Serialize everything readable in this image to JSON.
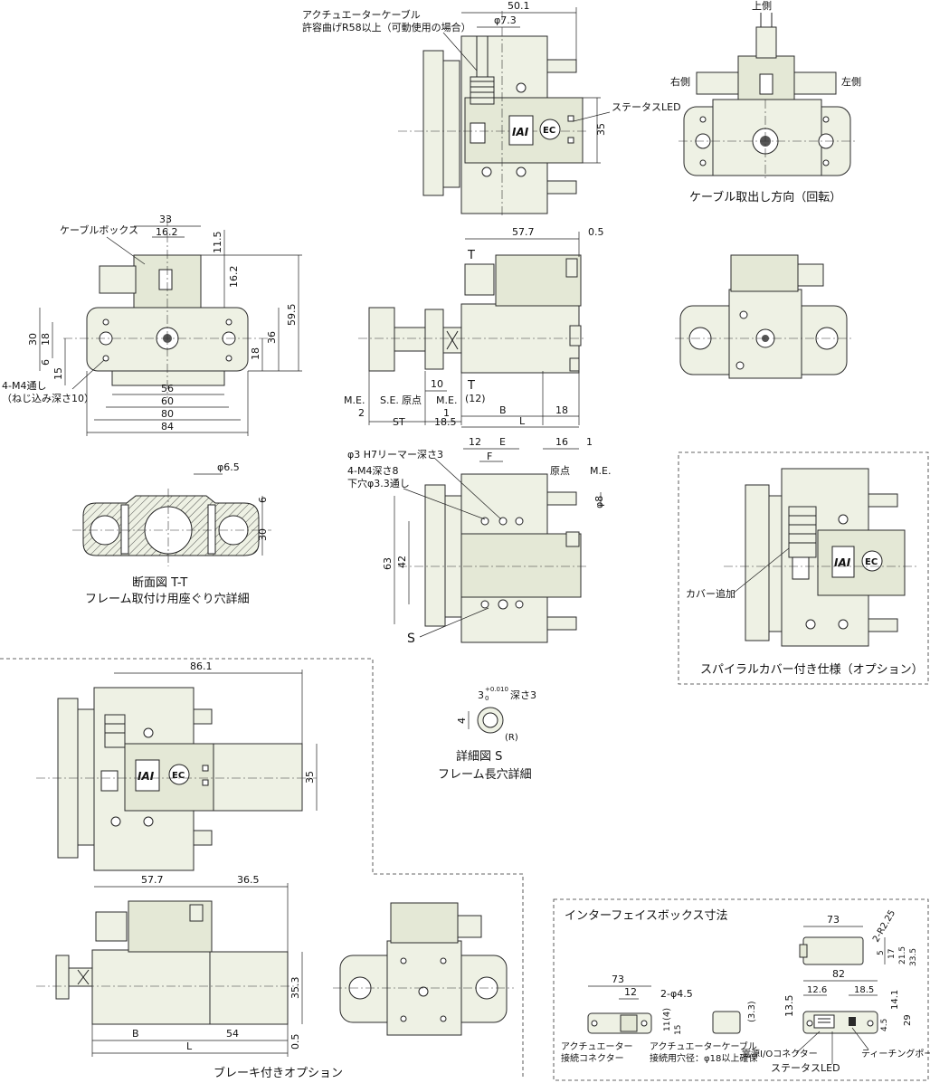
{
  "top_view": {
    "cable_note_1": "アクチュエーターケーブル",
    "cable_note_2": "許容曲げR58以上（可動使用の場合）",
    "dim_50_1": "50.1",
    "dim_phi7_3": "φ7.3",
    "status_led": "ステータスLED",
    "dim_35": "35"
  },
  "cable_direction": {
    "up": "上側",
    "right": "右側",
    "left": "左側",
    "caption": "ケーブル取出し方向（回転）"
  },
  "front_view": {
    "cable_box": "ケーブルボックス",
    "dim_33": "33",
    "dim_16_2a": "16.2",
    "dim_11_5": "11.5",
    "dim_16_2b": "16.2",
    "dim_59_5": "59.5",
    "dim_30": "30",
    "dim_18a": "18",
    "dim_36": "36",
    "dim_18b": "18",
    "dim_6": "6",
    "dim_15": "15",
    "dim_56": "56",
    "dim_60": "60",
    "dim_80": "80",
    "dim_84": "84",
    "tap_note_1": "4-M4通し",
    "tap_note_2": "（ねじ込み深さ10）"
  },
  "side_view": {
    "dim_57_7": "57.7",
    "dim_0_5": "0.5",
    "T_top": "T",
    "T_bottom": "T",
    "dim_12_paren": "(12)",
    "dim_10": "10",
    "dim_1": "1",
    "dim_2": "2",
    "dim_18_5": "18.5",
    "dim_18": "18",
    "me_1": "M.E.",
    "se": "S.E.",
    "origin": "原点",
    "me_2": "M.E.",
    "st": "ST",
    "B": "B",
    "L": "L"
  },
  "section": {
    "dim_phi6_5": "φ6.5",
    "dim_6": "6",
    "dim_30": "30",
    "caption_1": "断面図 T-T",
    "caption_2": "フレーム取付け用座ぐり穴詳細"
  },
  "bottom_view": {
    "dim_12": "12",
    "dim_E": "E",
    "dim_F": "F",
    "dim_16": "16",
    "dim_1": "1",
    "reamer_note": "φ3 H7リーマー深さ3",
    "tap_note_1": "4-M4深さ8",
    "tap_note_2": "下穴φ3.3通し",
    "origin": "原点",
    "me": "M.E.",
    "dim_phi8": "φ8",
    "dim_63": "63",
    "dim_42": "42",
    "S": "S"
  },
  "spiral": {
    "cover_added": "カバー追加",
    "caption": "スパイラルカバー付き仕様（オプション）"
  },
  "detail_s": {
    "dim_3": "3",
    "tol_upper": "+0.010",
    "tol_lower": "0",
    "depth": "深さ3",
    "dim_4": "4",
    "R": "(R)",
    "caption_1": "詳細図 S",
    "caption_2": "フレーム長穴詳細"
  },
  "brake": {
    "dim_86_1": "86.1",
    "dim_35": "35",
    "dim_57_7": "57.7",
    "dim_36_5": "36.5",
    "dim_35_3": "35.3",
    "dim_0_5": "0.5",
    "B": "B",
    "dim_54": "54",
    "L": "L",
    "caption": "ブレーキ付きオプション"
  },
  "interface_box": {
    "title": "インターフェイスボックス寸法",
    "dim_73a": "73",
    "dim_73b": "73",
    "dim_12": "12",
    "dim_2phi4_5": "2-φ4.5",
    "dim_4": "(4)",
    "dim_15": "15",
    "dim_11": "11",
    "dim_3_3": "(3.3)",
    "dim_2R2_25": "2-R2.25",
    "dim_5": "5",
    "dim_17": "17",
    "dim_21_5": "21.5",
    "dim_33_5": "33.5",
    "dim_82": "82",
    "dim_12_6": "12.6",
    "dim_18_5": "18.5",
    "dim_13_5": "13.5",
    "dim_14_1": "14.1",
    "dim_29": "29",
    "dim_4_5": "4.5",
    "label_conn_1": "アクチュエーター",
    "label_conn_2": "接続コネクター",
    "label_cable_1": "アクチュエーターケーブル",
    "label_cable_2": "接続用穴径：φ18以上確保",
    "label_power": "電源I/Oコネクター",
    "label_teaching": "ティーチングポート",
    "label_led": "ステータスLED"
  },
  "icons": [
    "iai-logo",
    "ec-logo",
    "led-icon",
    "connector-icon"
  ]
}
